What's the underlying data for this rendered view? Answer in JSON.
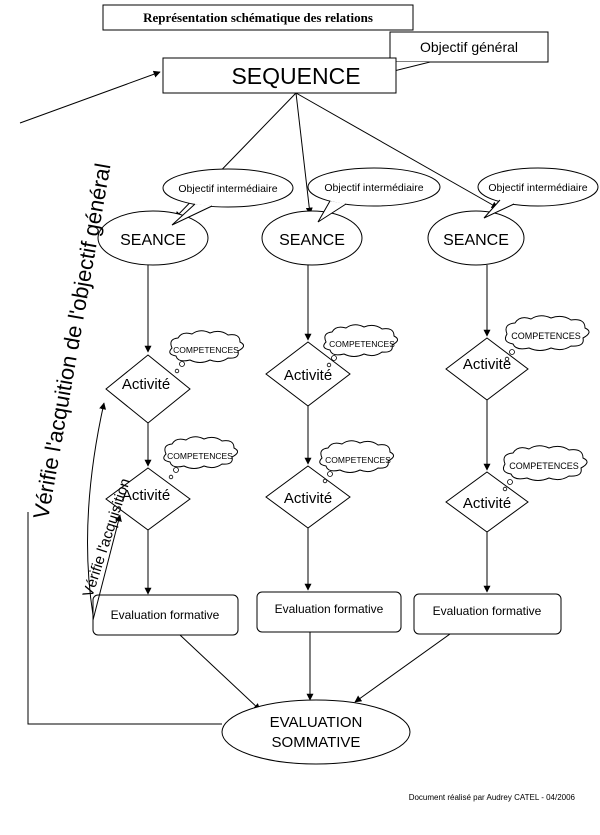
{
  "title": "Représentation schématique des relations",
  "objective_general": "Objectif général",
  "sequence": "SEQUENCE",
  "objective_intermediate": "Objectif intermédiaire",
  "seance": "SEANCE",
  "competences": "COMPETENCES",
  "activity": "Activité",
  "formative": "Evaluation formative",
  "summative_line1": "EVALUATION",
  "summative_line2": "SOMMATIVE",
  "verify_general": "Vérifie l'acquition de l'objectif général",
  "verify_acquisition": "Vérifie l'acquisition",
  "footer": "Document réalisé par Audrey CATEL - 04/2006"
}
